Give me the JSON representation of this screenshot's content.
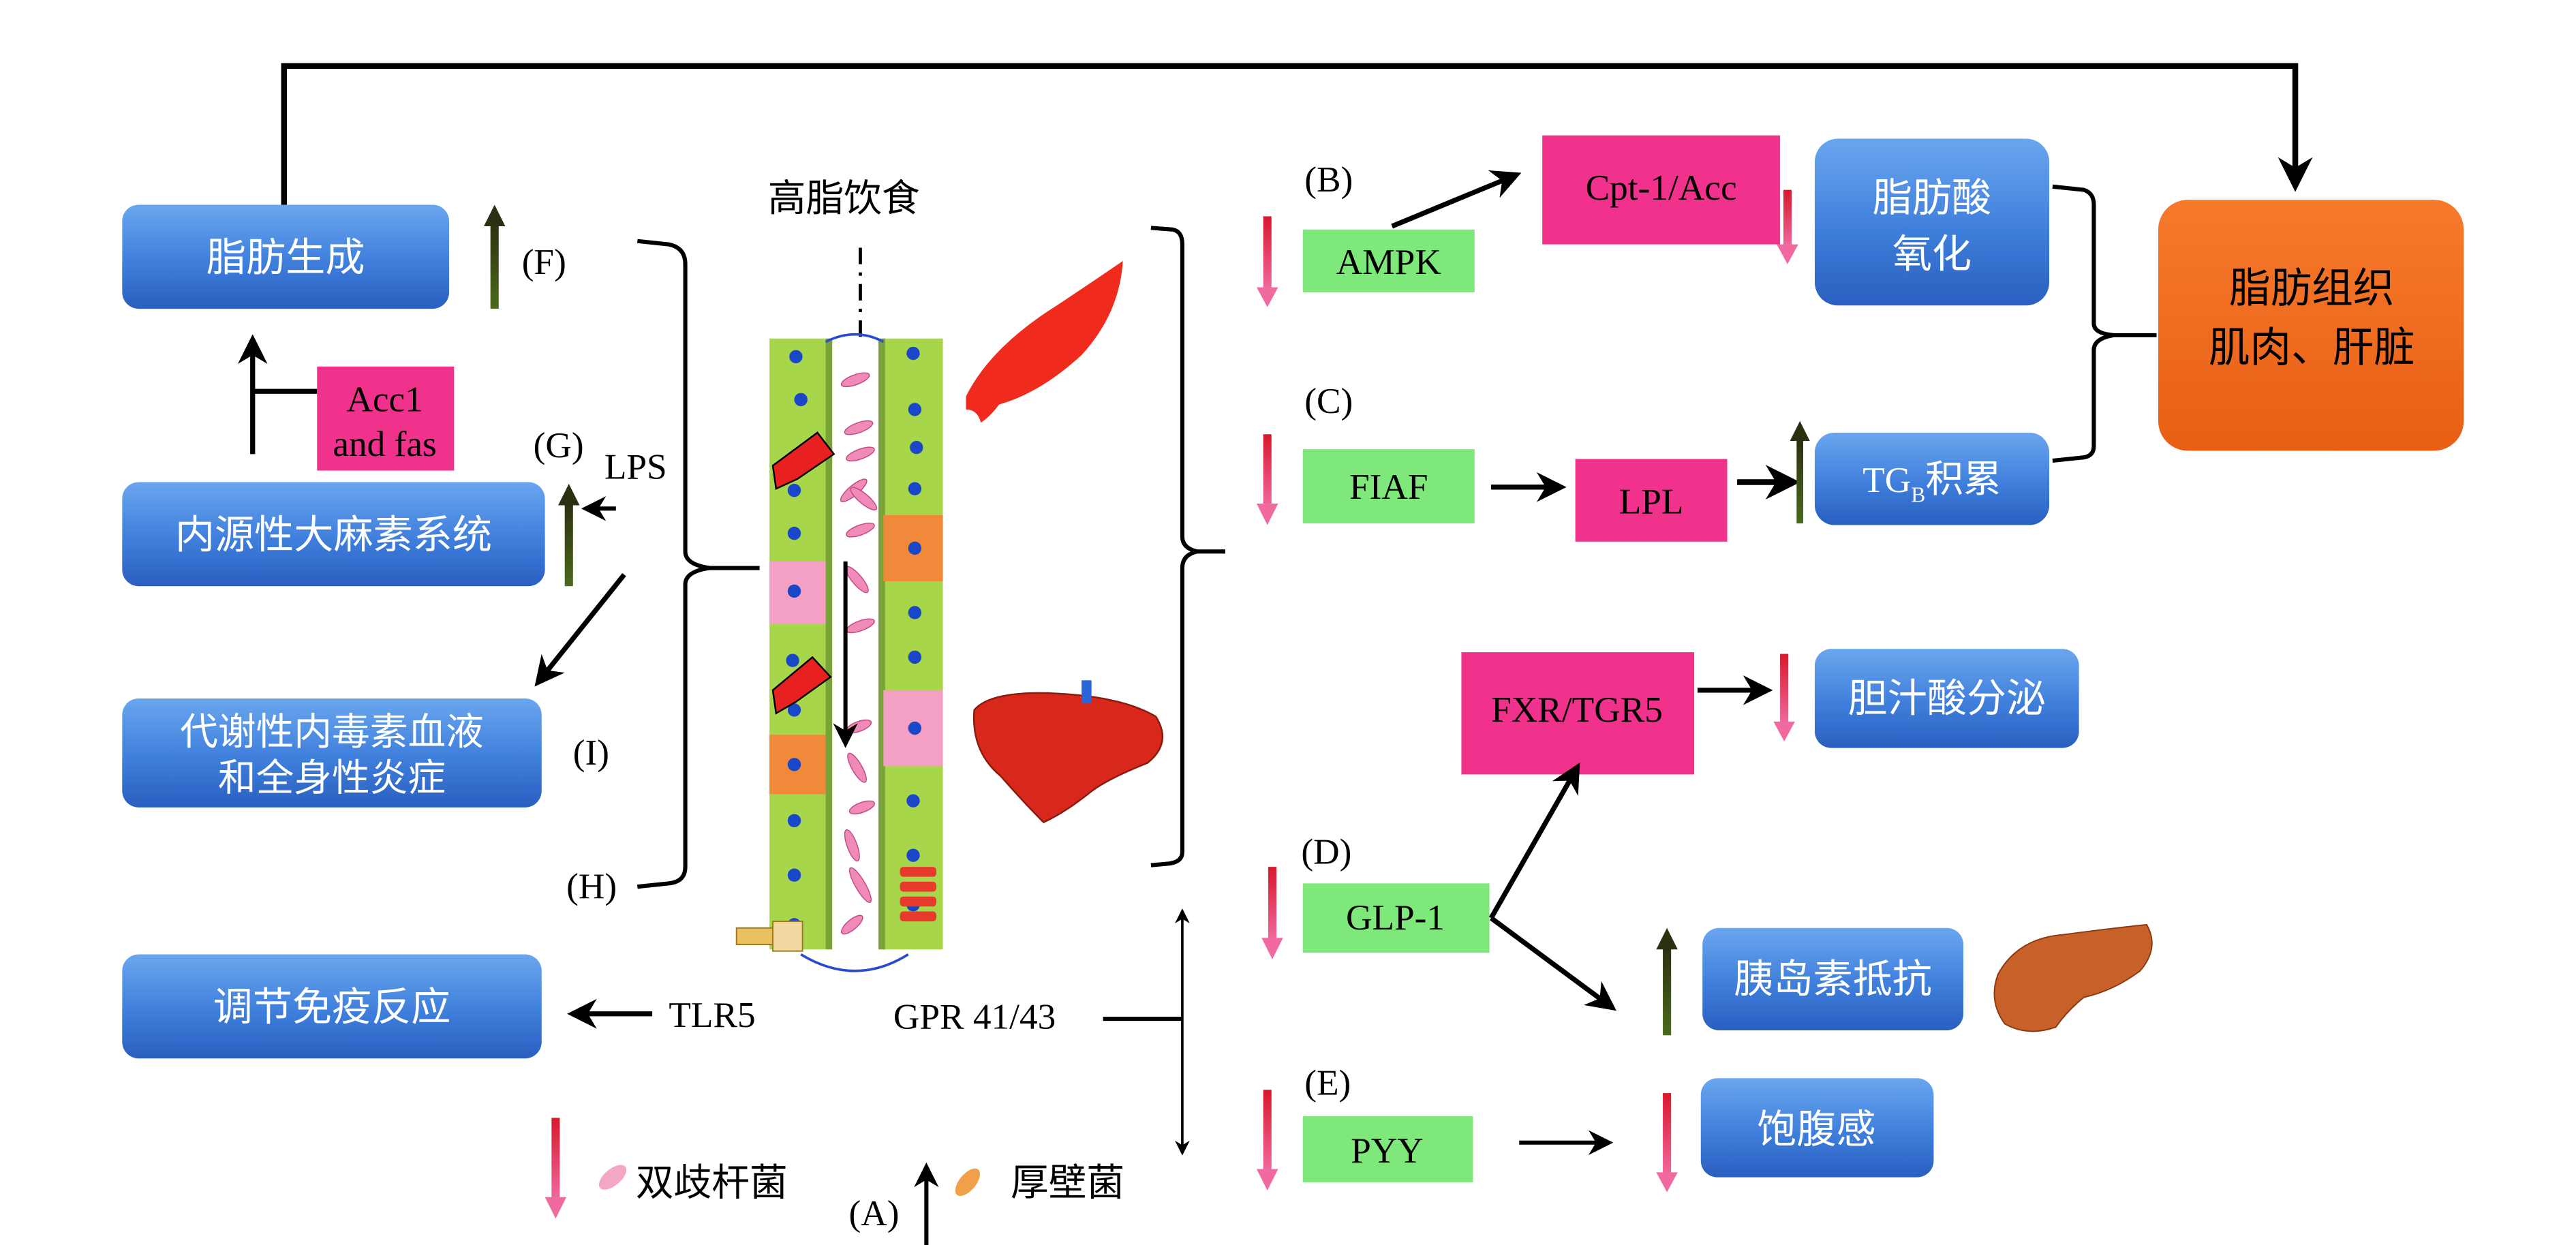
{
  "colors": {
    "blue_box": "#3f7fdc",
    "blue_box_light": "#6aa6ee",
    "pink_box": "#f0328c",
    "green_box": "#7ee87a",
    "orange_box": "#f26a1e",
    "down_arrow": "#e8304a",
    "up_arrow": "#3a3d14",
    "line": "#000000"
  },
  "diet": {
    "label": "高脂饮食"
  },
  "left": {
    "lipogenesis": {
      "text": "脂肪生成",
      "tag": "(F)",
      "trend": "up"
    },
    "acc_fas": {
      "line1": "Acc1",
      "line2": "and fas"
    },
    "endocannabinoid": {
      "text": "内源性大麻素系统",
      "tag": "(G)",
      "trend": "up",
      "input": "LPS"
    },
    "endotoxemia": {
      "line1": "代谢性内毒素血液",
      "line2": "和全身性炎症",
      "tag": "(I)"
    },
    "bracket_tag": "(H)",
    "immune": {
      "text": "调节免疫反应",
      "receptor": "TLR5"
    }
  },
  "center": {
    "gpr": "GPR 41/43",
    "legend": [
      {
        "label": "双歧杆菌",
        "trend": "down",
        "color": "#f4a7c4"
      },
      {
        "label": "厚壁菌",
        "trend": "up",
        "color": "#f0a048"
      }
    ],
    "legend_tag": "(A)"
  },
  "right": {
    "ampk": {
      "tag": "(B)",
      "text": "AMPK",
      "trend": "down"
    },
    "cpt": {
      "text": "Cpt-1/Acc",
      "trend": "down"
    },
    "fao": {
      "line1": "脂肪酸",
      "line2": "氧化"
    },
    "fiaf": {
      "tag": "(C)",
      "text": "FIAF",
      "trend": "down"
    },
    "lpl": {
      "text": "LPL"
    },
    "tgb": {
      "prefix": "TG",
      "sub": "B",
      "suffix": "积累",
      "trend": "up"
    },
    "target": {
      "line1": "脂肪组织",
      "line2": "肌肉、肝脏"
    },
    "fxr": {
      "text": "FXR/TGR5"
    },
    "bile": {
      "text": "胆汁酸分泌",
      "trend": "down"
    },
    "glp": {
      "tag": "(D)",
      "text": "GLP-1",
      "trend": "down"
    },
    "insulin": {
      "text": "胰岛素抵抗",
      "trend": "up"
    },
    "pyy": {
      "tag": "(E)",
      "text": "PYY",
      "trend": "down"
    },
    "satiety": {
      "text": "饱腹感",
      "trend": "down"
    }
  }
}
